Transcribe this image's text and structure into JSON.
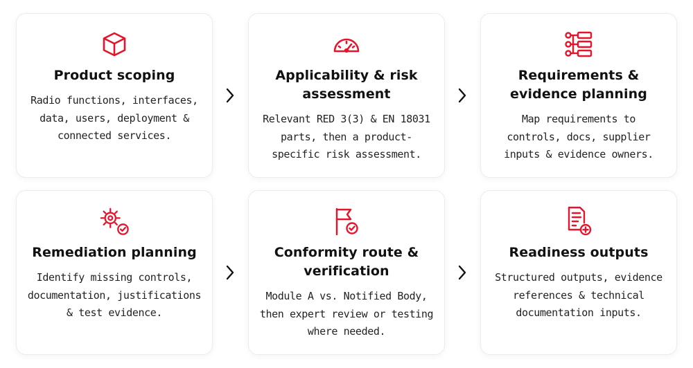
{
  "colors": {
    "accent": "#e5142b",
    "text": "#111111"
  },
  "steps": [
    {
      "icon": "cube-icon",
      "title": "Product scoping",
      "description": "Radio functions, interfaces,\ndata, users, deployment &\nconnected services."
    },
    {
      "icon": "gauge-icon",
      "title": "Applicability & risk\nassessment",
      "description": "Relevant RED 3(3) & EN 18031\nparts, then a product-\nspecific risk assessment."
    },
    {
      "icon": "hierarchy-icon",
      "title": "Requirements &\nevidence planning",
      "description": "Map requirements to\ncontrols, docs, supplier\ninputs & evidence owners."
    },
    {
      "icon": "gear-check-icon",
      "title": "Remediation planning",
      "description": "Identify missing controls,\ndocumentation, justifications\n& test evidence."
    },
    {
      "icon": "flag-check-icon",
      "title": "Conformity route &\nverification",
      "description": "Module A vs. Notified Body,\nthen expert review or testing\nwhere needed."
    },
    {
      "icon": "document-add-icon",
      "title": "Readiness outputs",
      "description": "Structured outputs, evidence\nreferences & technical\ndocumentation inputs."
    }
  ]
}
